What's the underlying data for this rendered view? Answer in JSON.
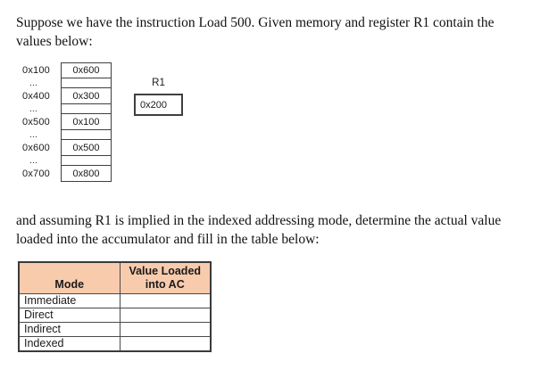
{
  "colors": {
    "answer_header_bg": "#F8CBAD",
    "border": "#3F3F3F",
    "text": "#1A1A1A"
  },
  "intro": {
    "line1": "Suppose we have the instruction Load 500. Given memory and register R1 contain the",
    "line2": "values below:"
  },
  "memory": {
    "rows": [
      {
        "address": "0x100",
        "value": "0x600"
      },
      {
        "address": "...",
        "value": ""
      },
      {
        "address": "0x400",
        "value": "0x300"
      },
      {
        "address": "...",
        "value": ""
      },
      {
        "address": "0x500",
        "value": "0x100"
      },
      {
        "address": "...",
        "value": ""
      },
      {
        "address": "0x600",
        "value": "0x500"
      },
      {
        "address": "...",
        "value": ""
      },
      {
        "address": "0x700",
        "value": "0x800"
      }
    ]
  },
  "register": {
    "label": "R1",
    "value": "0x200"
  },
  "question": {
    "line1": "and assuming R1 is implied in the indexed addressing mode, determine the actual value",
    "line2": "loaded into the accumulator and fill in the table below:"
  },
  "answer_table": {
    "headers": {
      "mode": "Mode",
      "value": "Value Loaded into AC"
    },
    "rows": [
      {
        "mode": "Immediate",
        "value": ""
      },
      {
        "mode": "Direct",
        "value": ""
      },
      {
        "mode": "Indirect",
        "value": ""
      },
      {
        "mode": "Indexed",
        "value": ""
      }
    ]
  }
}
